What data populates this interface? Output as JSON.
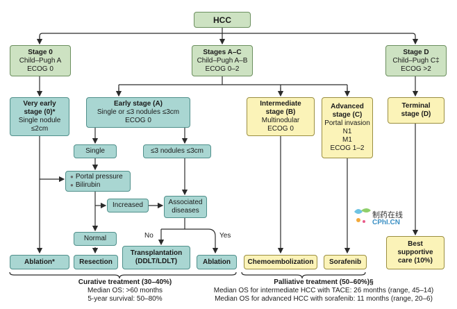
{
  "colors": {
    "green": "#cde2c2",
    "teal": "#a9d6d2",
    "yellow": "#fbf3b8",
    "line": "#2b2b2b"
  },
  "hcc": "HCC",
  "stage0": {
    "title": "Stage 0",
    "l1": "Child–Pugh A",
    "l2": "ECOG 0"
  },
  "stageAC": {
    "title": "Stages A–C",
    "l1": "Child–Pugh A–B",
    "l2": "ECOG 0–2"
  },
  "stageD": {
    "title": "Stage D",
    "l1": "Child–Pugh C‡",
    "l2": "ECOG >2"
  },
  "veryearly": {
    "l1": "Very early",
    "l2": "stage (0)*",
    "l3": "Single nodule",
    "l4": "≤2cm"
  },
  "early": {
    "title": "Early stage (A)",
    "l1": "Single or ≤3 nodules ≤3cm",
    "l2": "ECOG 0"
  },
  "intermediate": {
    "l1": "Intermediate",
    "l2": "stage (B)",
    "l3": "Multinodular",
    "l4": "ECOG 0"
  },
  "advanced": {
    "l1": "Advanced",
    "l2": "stage (C)",
    "l3": "Portal invasion",
    "l4": "N1",
    "l5": "M1",
    "l6": "ECOG 1–2"
  },
  "terminal": {
    "l1": "Terminal",
    "l2": "stage (D)"
  },
  "single": "Single",
  "nodules": "≤3 nodules ≤3cm",
  "portal": {
    "l1": "Portal pressure",
    "l2": "Bilirubin"
  },
  "increased": "Increased",
  "associated": {
    "l1": "Associated",
    "l2": "diseases"
  },
  "normal": "Normal",
  "no": "No",
  "yes": "Yes",
  "treatments": {
    "ablation_star": "Ablation*",
    "resection": "Resection",
    "transplant_l1": "Transplantation",
    "transplant_l2": "(DDLT/LDLT)",
    "ablation": "Ablation",
    "chemo": "Chemoembolization",
    "sorafenib": "Sorafenib",
    "best_l1": "Best",
    "best_l2": "supportive",
    "best_l3": "care (10%)"
  },
  "curative": {
    "title": "Curative treatment (30–40%)",
    "l1": "Median OS: >60 months",
    "l2": "5-year survival: 50–80%"
  },
  "palliative": {
    "title": "Palliative treatment (50–60%)§",
    "l1": "Median OS for intermediate HCC with TACE: 26 months (range, 45–14)",
    "l2": "Median OS for advanced HCC with sorafenib: 11 months (range, 20–6)"
  },
  "watermark": {
    "cn": "制药在线",
    "en": "CPhI.CN"
  }
}
